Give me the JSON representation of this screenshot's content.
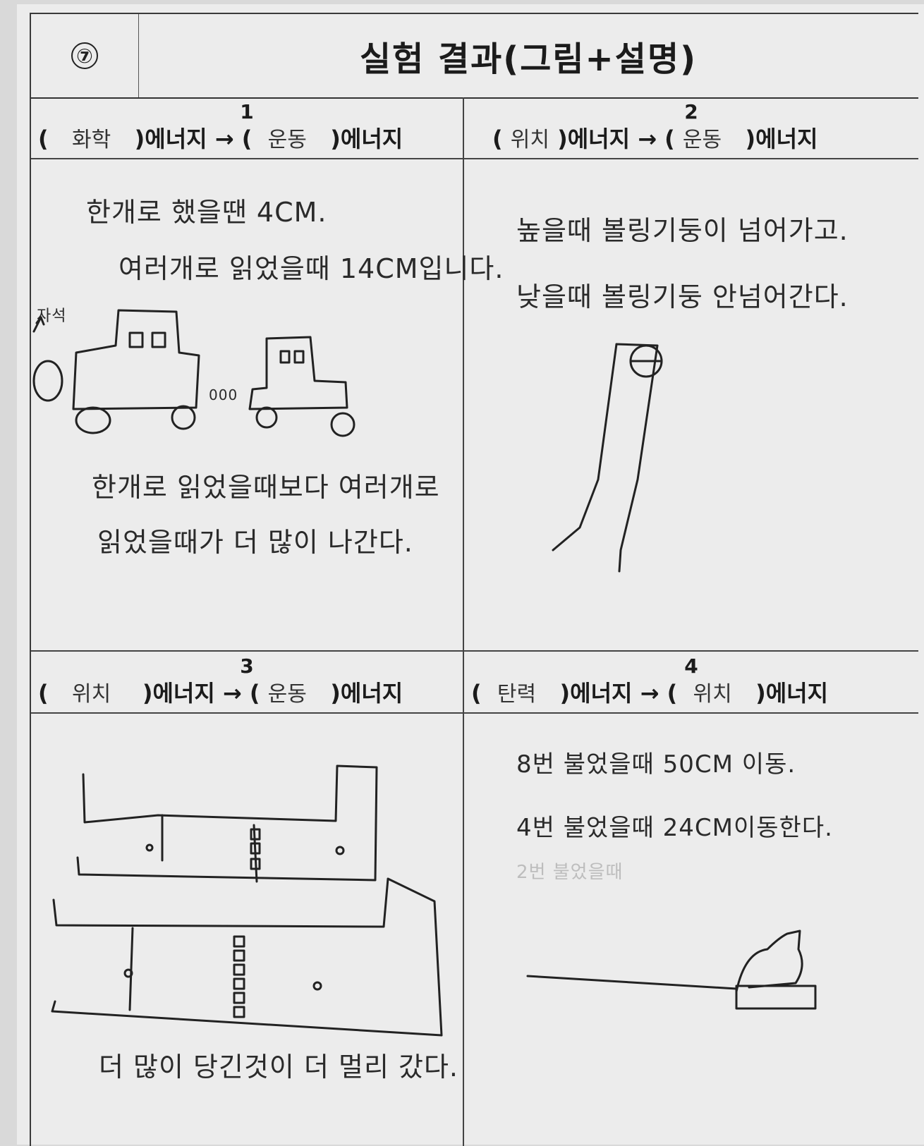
{
  "header": {
    "number": "⑦",
    "title": "실험 결과(그림+설명)"
  },
  "cells": [
    {
      "number": "1",
      "from_energy": "화학",
      "to_energy": "운동",
      "energy_word": ")에너지",
      "arrow": "→",
      "notes": [
        "한개로 했을땐 4CM.",
        "여러개로 읽었을때 14CM입니다."
      ],
      "label": "자석",
      "dots": "000",
      "conclusion": [
        "한개로 읽었을때보다 여러개로",
        "읽었을때가 더 많이 나간다."
      ]
    },
    {
      "number": "2",
      "from_energy": "위치",
      "to_energy": "운동",
      "energy_word": ")에너지",
      "arrow": "→",
      "notes": [
        "높을때 볼링기둥이 넘어가고.",
        "낮을때 볼링기둥 안넘어간다."
      ]
    },
    {
      "number": "3",
      "from_energy": "위치",
      "to_energy": "운동",
      "energy_word": ")에너지",
      "arrow": "→",
      "conclusion": [
        "더 많이 당긴것이 더 멀리 갔다."
      ]
    },
    {
      "number": "4",
      "from_energy": "탄력",
      "to_energy": "위치",
      "energy_word": ")에너지",
      "arrow": "→",
      "notes": [
        "8번 불었을때 50CM 이동.",
        "4번 불었을때 24CM이동한다.",
        "2번 불었을때"
      ]
    }
  ]
}
